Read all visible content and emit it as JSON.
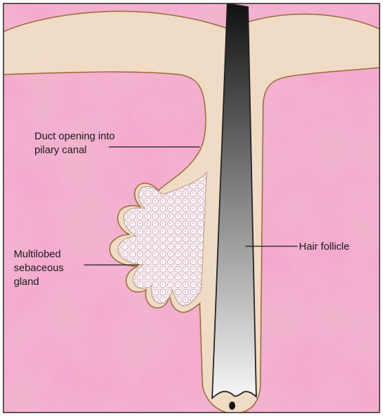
{
  "labels": {
    "duct_line1": "Duct opening into",
    "duct_line2": "pilary canal",
    "gland_line1": "Multilobed",
    "gland_line2": "sebaceous",
    "gland_line3": "gland",
    "hair_follicle": "Hair follicle"
  },
  "colors": {
    "dermis": "#f2a8c8",
    "dermis_dark": "#e8609c",
    "epidermis": "#f1dcc7",
    "outline": "#9a6b3c",
    "hair_top": "#111111",
    "hair_bottom": "#f4f4f4"
  }
}
